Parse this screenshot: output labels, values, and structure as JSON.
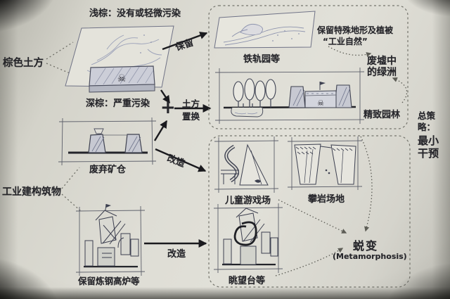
{
  "palette": {
    "paper": "#deddd5",
    "ink": "#3d4050",
    "ink_light": "#8e94ae",
    "text": "#26262b",
    "arrow_black": "#1a1a1e",
    "dashed_gray": "#62625b",
    "fill_gray": "#c7c9d2"
  },
  "icons": {
    "skull": "☠",
    "plus": "+"
  },
  "left": {
    "soil_label": "棕色土方",
    "light_note": "浅棕：没有或轻微污染",
    "dark_note": "深棕：严重污染",
    "mine_caption": "废弃矿仓",
    "industry_label": "工业建构筑物",
    "furnace_caption": "保留炼钢高炉等"
  },
  "arrows": {
    "preserve": "保留",
    "swap_top": "土方",
    "swap_bottom": "置换",
    "renovate_mine": "改造",
    "renovate_furnace": "改造"
  },
  "oasis_group": {
    "rail_caption": "铁轨园等",
    "note_line1": "保留特殊地形及植被",
    "note_line2": "“工业自然”",
    "title_line1": "废墟中",
    "title_line2": "的绿洲",
    "garden_caption": "精致园林"
  },
  "meta_group": {
    "children_caption": "儿童游戏场",
    "climbing_caption": "攀岩场地",
    "lookout_caption": "眺望台等",
    "title_cn": "蜕变",
    "title_en": "(Metamorphosis)"
  },
  "strategy": {
    "prefix": "总策略：",
    "emphasis": "最小干预"
  }
}
